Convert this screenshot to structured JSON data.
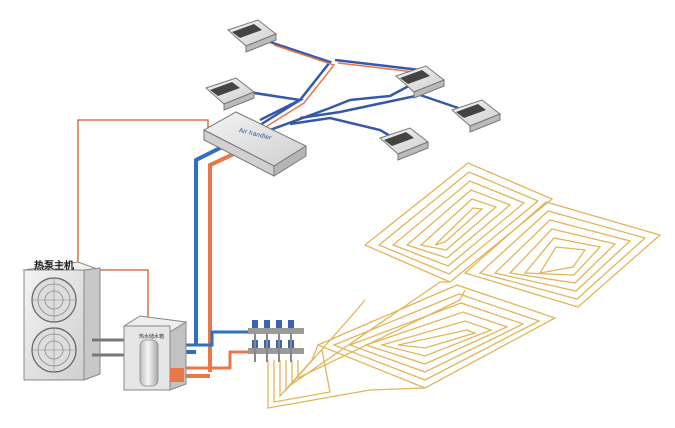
{
  "diagram": {
    "heat_pump_label": "热泵主机",
    "tank_label": "热水储水箱",
    "air_handler_label": "Air handler"
  },
  "colors": {
    "hot_pipe": "#e8774a",
    "cold_pipe": "#2f6fc0",
    "blue_duct": "#3559a8",
    "floor_coil": "#e2b55a",
    "unit_body": "#e8e8e8",
    "unit_outline": "#777777",
    "valve_blue": "#3b63b3"
  }
}
